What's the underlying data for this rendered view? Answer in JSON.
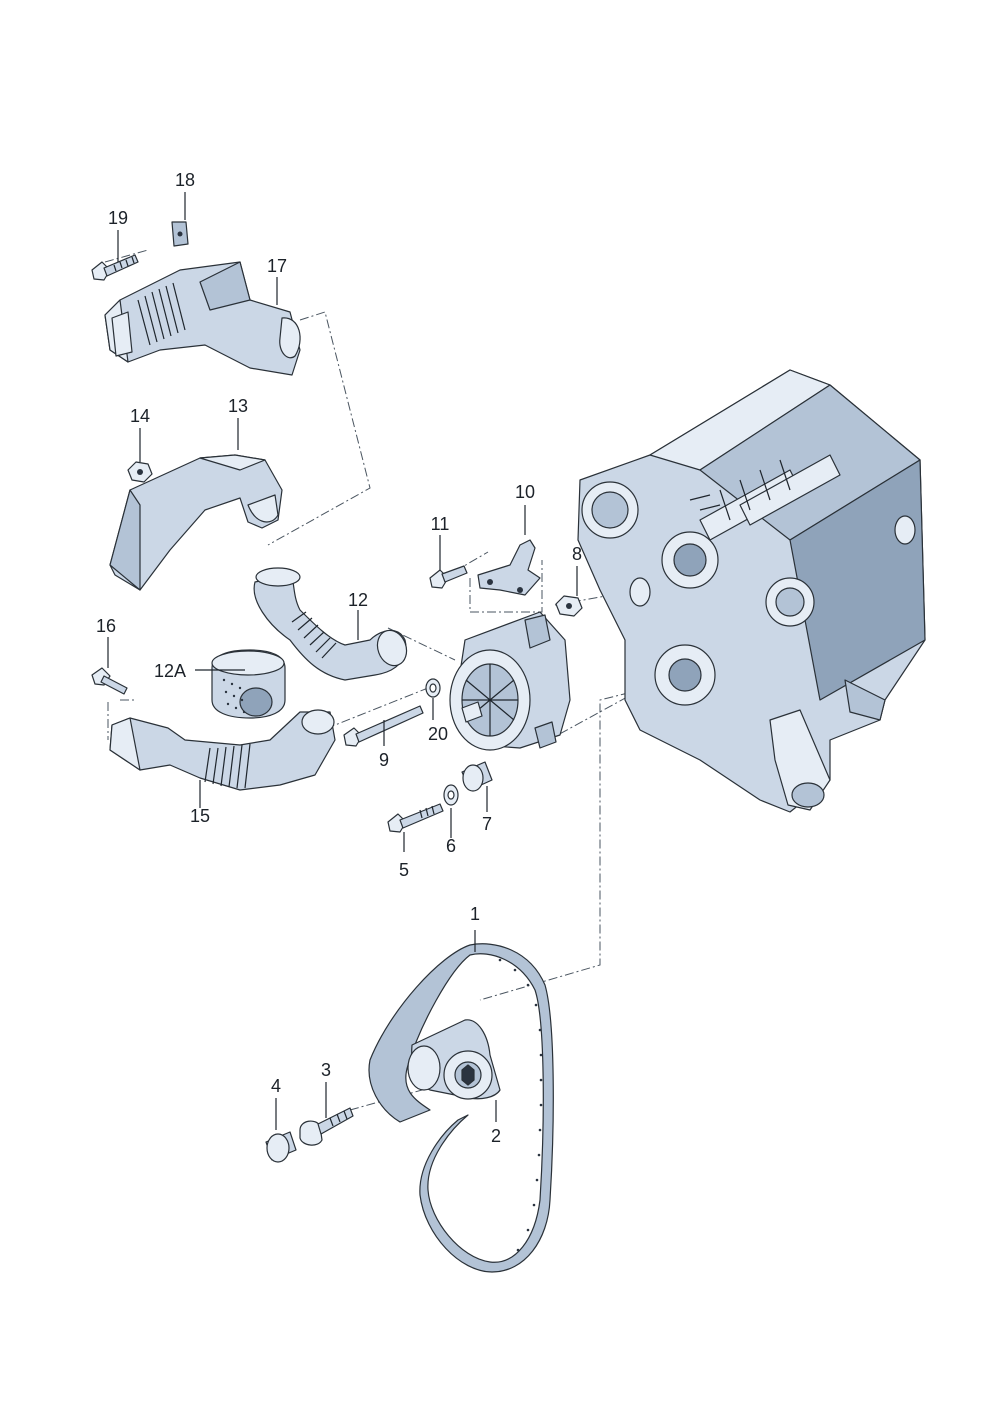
{
  "callouts": {
    "p1": "1",
    "p2": "2",
    "p3": "3",
    "p4": "4",
    "p5": "5",
    "p6": "6",
    "p7": "7",
    "p8": "8",
    "p9": "9",
    "p10": "10",
    "p11": "11",
    "p12": "12",
    "p12a": "12A",
    "p13": "13",
    "p14": "14",
    "p15": "15",
    "p16": "16",
    "p17": "17",
    "p18": "18",
    "p19": "19",
    "p20": "20"
  }
}
